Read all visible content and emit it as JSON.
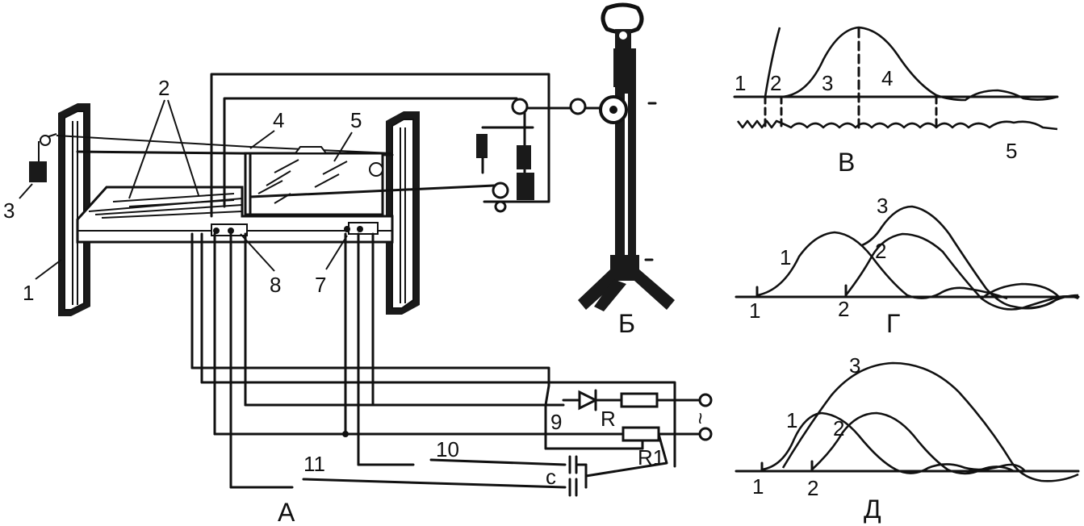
{
  "apparatus": {
    "label_A": "А",
    "label_B": "Б",
    "parts": [
      "1",
      "2",
      "3",
      "4",
      "5",
      "7",
      "8",
      "9",
      "10",
      "11"
    ],
    "resistor_R": "R",
    "resistor_R1": "R1",
    "capacitor": "c",
    "supply": "~"
  },
  "panel_V": {
    "label": "В",
    "points": [
      "1",
      "2",
      "3",
      "4",
      "5"
    ]
  },
  "panel_G": {
    "label": "Г",
    "curves": [
      "1",
      "2",
      "3"
    ],
    "ticks": [
      "1",
      "2"
    ]
  },
  "panel_D": {
    "label": "Д",
    "curves": [
      "1",
      "2",
      "3"
    ],
    "ticks": [
      "1",
      "2"
    ]
  }
}
